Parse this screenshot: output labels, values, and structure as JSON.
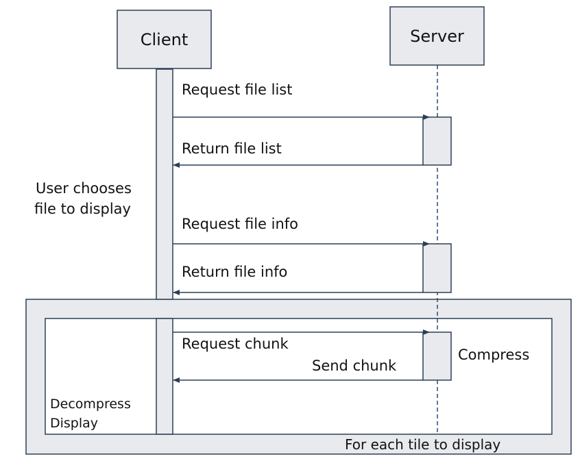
{
  "participants": {
    "client": "Client",
    "server": "Server"
  },
  "messages": {
    "request_file_list": "Request file list",
    "return_file_list": "Return file list",
    "request_file_info": "Request file info",
    "return_file_info": "Return file info",
    "request_chunk": "Request chunk",
    "send_chunk": "Send chunk"
  },
  "notes": {
    "user_choice_line1": "User chooses",
    "user_choice_line2": "file to display",
    "compress": "Compress",
    "decompress": "Decompress",
    "display": "Display"
  },
  "loop": {
    "label": "For each tile to display"
  },
  "colors": {
    "fill": "#e8eaee",
    "stroke": "#2c3e55",
    "lifeline": "#2f4a75"
  }
}
